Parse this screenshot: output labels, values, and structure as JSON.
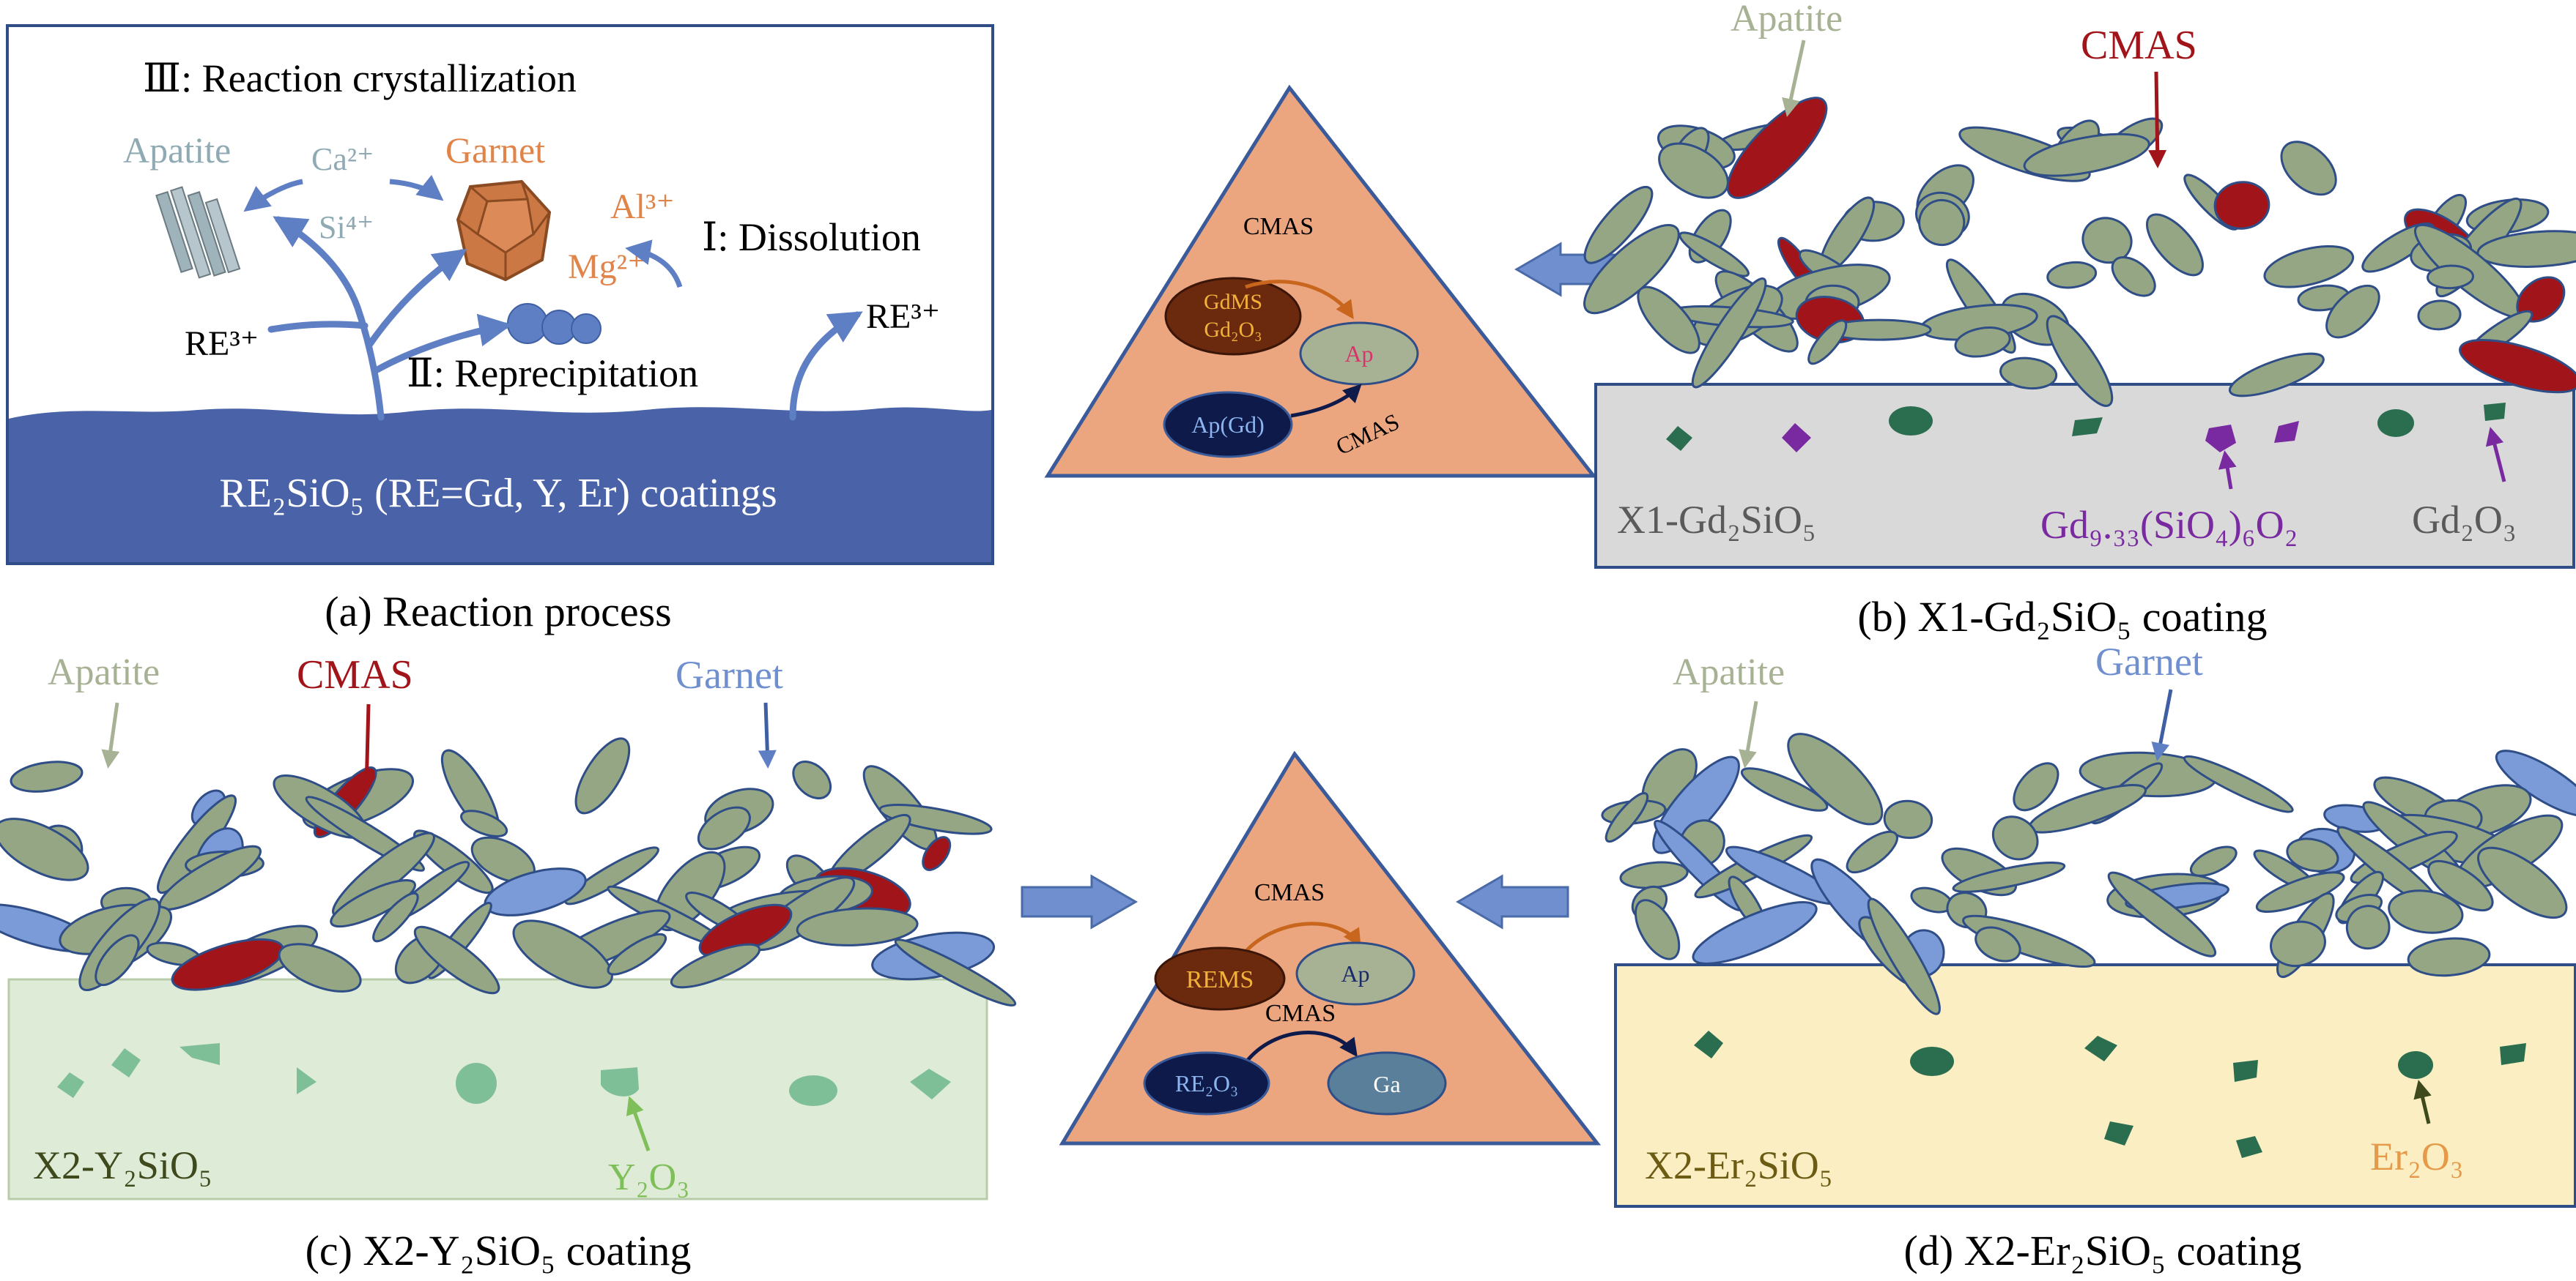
{
  "panel_a": {
    "stage3_label": "Ⅲ: Reaction crystallization",
    "stage1_label": "Ⅰ: Dissolution",
    "stage2_label": "Ⅱ: Reprecipitation",
    "apatite": "Apatite",
    "garnet": "Garnet",
    "ca_ion": "Ca²⁺",
    "si_ion": "Si⁴⁺",
    "al_ion": "Al³⁺",
    "mg_ion": "Mg²⁺",
    "re_ion_left": "RE³⁺",
    "re_ion_right": "RE³⁺",
    "substrate_label": "RE₂SiO₅ (RE=Gd, Y, Er) coatings",
    "caption": "(a) Reaction process"
  },
  "triangle_top": {
    "cmas_label": "CMAS",
    "gdms_node_line1": "GdMS",
    "gdms_node_line2": "Gd₂O₃",
    "ap_node": "Ap",
    "apgd_node": "Ap(Gd)",
    "cmas_arrow_label": "CMAS"
  },
  "triangle_bottom": {
    "cmas_label_top": "CMAS",
    "rems_node": "REMS",
    "ap_node": "Ap",
    "cmas_label_mid": "CMAS",
    "re2o3_node": "RE₂O₃",
    "ga_node": "Ga"
  },
  "panel_b": {
    "apatite": "Apatite",
    "cmas": "CMAS",
    "substrate": "X1-Gd₂SiO₅",
    "phase_label": "Gd₉.₃₃(SiO₄)₆O₂",
    "oxide_label": "Gd₂O₃",
    "caption": "(b) X1-Gd₂SiO₅ coating"
  },
  "panel_c": {
    "apatite": "Apatite",
    "cmas": "CMAS",
    "garnet": "Garnet",
    "substrate": "X2-Y₂SiO₅",
    "oxide_label": "Y₂O₃",
    "caption": "(c) X2-Y₂SiO₅ coating"
  },
  "panel_d": {
    "apatite": "Apatite",
    "garnet": "Garnet",
    "substrate": "X2-Er₂SiO₅",
    "oxide_label": "Er₂O₃",
    "caption": "(d) X2-Er₂SiO₅ coating"
  },
  "colors": {
    "grain_fill": "#95a684",
    "grain_stroke": "#2f4d86",
    "cmas_red": "#a0141a",
    "garnet_blue": "#7a9ad8",
    "arrow_blue": "#6f8fcf",
    "substrate_a": "#4a63a8",
    "substrate_b": "#d9d9d9",
    "substrate_c": "#deebd6",
    "substrate_d": "#faeec2",
    "triangle": "#eba57f",
    "inclusion_green": "#2a6e4f",
    "purple": "#7a2aa0"
  }
}
